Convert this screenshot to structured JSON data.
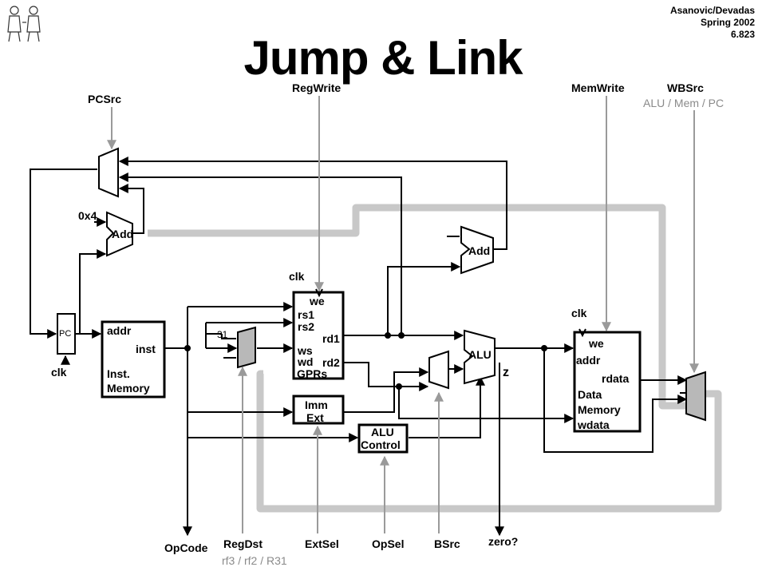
{
  "header": {
    "credit_line1": "Asanovic/Devadas",
    "credit_line2": "Spring 2002",
    "credit_line3": "6.823"
  },
  "title": "Jump & Link",
  "logo_icon": "lab-figures-logo",
  "control": {
    "pcsrc": "PCSrc",
    "regwrite": "RegWrite",
    "memwrite": "MemWrite",
    "wbsrc": "WBSrc",
    "wbsrc_options": "ALU / Mem / PC",
    "regdst": "RegDst",
    "regdst_options": "rf3 / rf2 / R31",
    "extsel": "ExtSel",
    "opsel": "OpSel",
    "bsrc": "BSrc",
    "opcode": "OpCode",
    "zero": "zero?"
  },
  "pc_block": {
    "label": "PC",
    "clk": "clk"
  },
  "inc": {
    "const": "0x4",
    "add": "Add"
  },
  "branch_adder": {
    "add": "Add"
  },
  "imem": {
    "addr": "addr",
    "inst": "inst",
    "name1": "Inst.",
    "name2": "Memory"
  },
  "regfile": {
    "clk": "clk",
    "we": "we",
    "rs1": "rs1",
    "rs2": "rs2",
    "ws": "ws",
    "wd": "wd",
    "rd1": "rd1",
    "rd2": "rd2",
    "name": "GPRs",
    "const31": "31"
  },
  "immext": {
    "line1": "Imm",
    "line2": "Ext"
  },
  "alu": {
    "name": "ALU",
    "z": "z"
  },
  "alucontrol": {
    "line1": "ALU",
    "line2": "Control"
  },
  "dmem": {
    "clk": "clk",
    "we": "we",
    "addr": "addr",
    "rdata": "rdata",
    "name1": "Data",
    "name2": "Memory",
    "wdata": "wdata"
  },
  "colors": {
    "highlight_path": "#c8c8c8",
    "control_line": "#9a9a9a",
    "mux_fill": "#b8b8b8",
    "wire": "#000000"
  }
}
